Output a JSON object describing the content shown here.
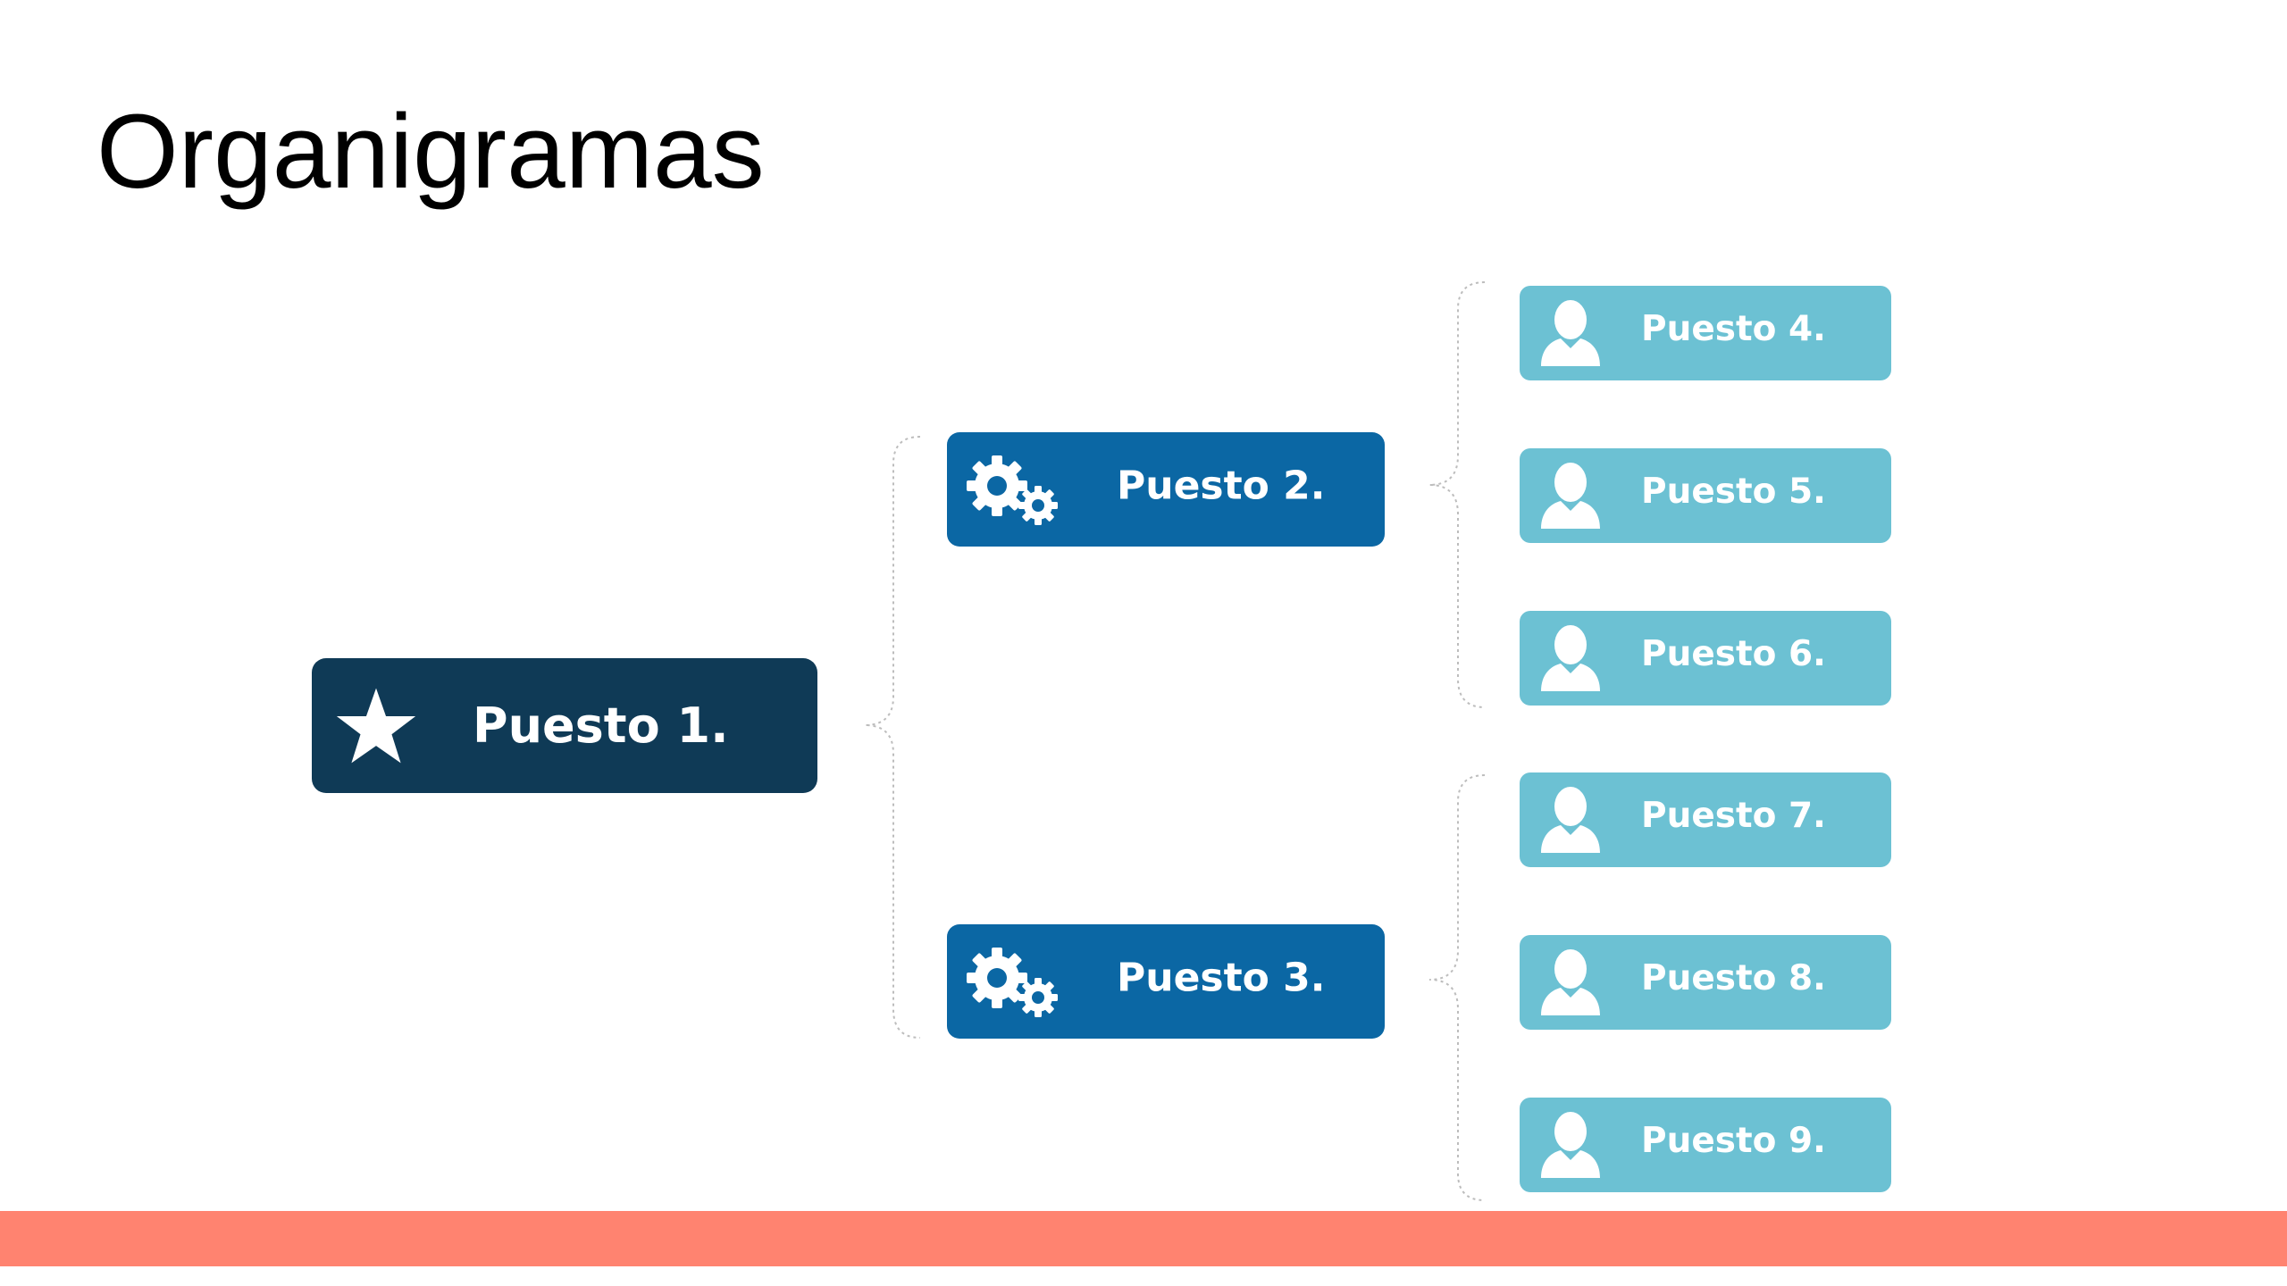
{
  "slide": {
    "title": "Organigramas"
  },
  "colors": {
    "root": "#0f3a56",
    "mid": "#0b67a4",
    "leaf": "#6cc1d3",
    "connector": "#bdbdbd",
    "footer": "#ff8370"
  },
  "org": {
    "root": {
      "label": "Puesto 1.",
      "icon": "star-icon"
    },
    "branches": [
      {
        "label": "Puesto 2.",
        "icon": "gears-icon",
        "children": [
          {
            "label": "Puesto 4.",
            "icon": "person-icon"
          },
          {
            "label": "Puesto 5.",
            "icon": "person-icon"
          },
          {
            "label": "Puesto 6.",
            "icon": "person-icon"
          }
        ]
      },
      {
        "label": "Puesto 3.",
        "icon": "gears-icon",
        "children": [
          {
            "label": "Puesto 7.",
            "icon": "person-icon"
          },
          {
            "label": "Puesto 8.",
            "icon": "person-icon"
          },
          {
            "label": "Puesto 9.",
            "icon": "person-icon"
          }
        ]
      }
    ]
  }
}
